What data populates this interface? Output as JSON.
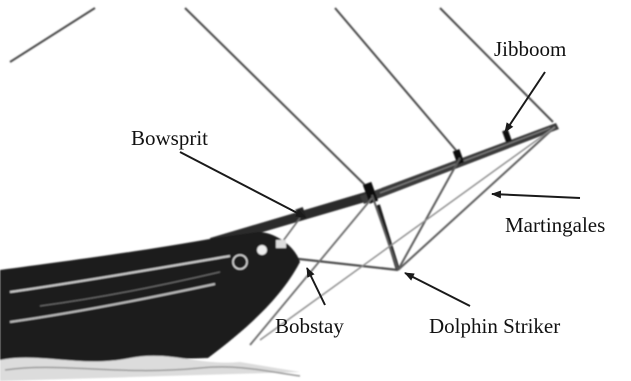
{
  "labels": {
    "jibboom": "Jibboom",
    "bowsprit": "Bowsprit",
    "martingales": "Martingales",
    "bobstay": "Bobstay",
    "dolphin_striker": "Dolphin Striker"
  },
  "colors": {
    "ink": "#1a1a1a",
    "rigging": "#5a5a5a",
    "background": "#ffffff"
  }
}
